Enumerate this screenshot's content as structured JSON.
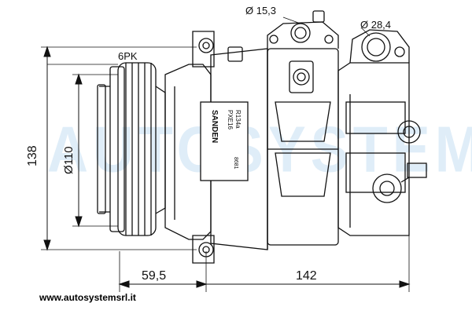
{
  "dimensions": {
    "height_overall": "138",
    "pulley_diameter": "Ø110",
    "pulley_offset": "59,5",
    "body_length": "142",
    "port_small": "Ø 15,3",
    "port_large": "Ø 28,4",
    "belt_type": "6PK"
  },
  "label_plate": {
    "brand": "SANDEN",
    "model": "PXE16",
    "refrigerant": "R134a",
    "code": "8681"
  },
  "watermark": "AUTOSYSTEM",
  "footer_url": "www.autosystemsrl.it"
}
